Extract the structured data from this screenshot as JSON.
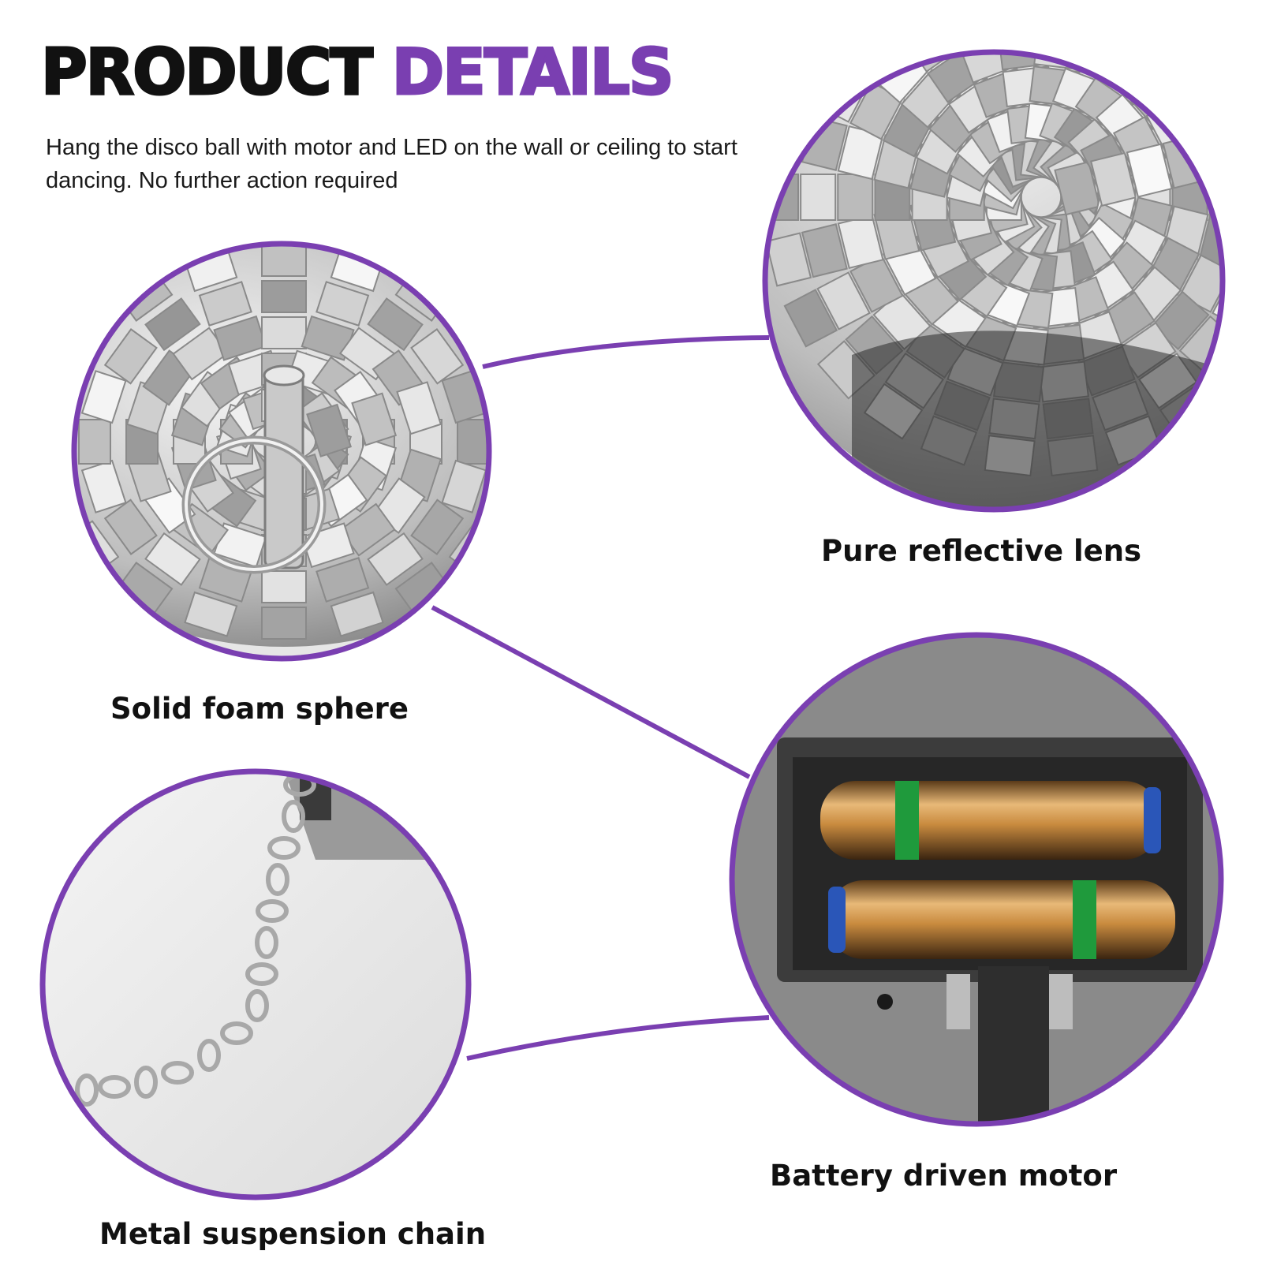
{
  "header": {
    "title_main": "PRODUCT",
    "title_accent": "DETAILS",
    "description": "Hang the disco ball with motor and LED on the wall or ceiling to start dancing. No further action required"
  },
  "features": [
    {
      "label": "Pure reflective lens"
    },
    {
      "label": "Solid foam sphere"
    },
    {
      "label": "Battery driven motor"
    },
    {
      "label": "Metal suspension chain"
    }
  ],
  "colors": {
    "accent": "#7a3fb1",
    "text": "#111111",
    "background": "#ffffff"
  }
}
